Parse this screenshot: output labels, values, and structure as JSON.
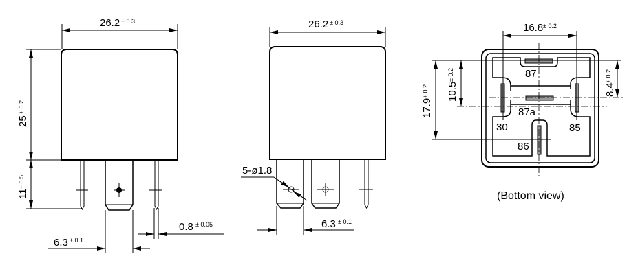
{
  "side_view": {
    "width": {
      "value": "26.2",
      "tol": "± 0.3"
    },
    "height": {
      "value": "25",
      "tol": "± 0.2"
    },
    "pin_length": {
      "value": "11",
      "tol": "± 0.5"
    },
    "pin_thickness": {
      "value": "0.8",
      "tol": "± 0.05"
    },
    "tab_width": {
      "value": "6.3",
      "tol": "± 0.1"
    }
  },
  "front_view": {
    "width": {
      "value": "26.2",
      "tol": "± 0.3"
    },
    "hole_label": "5-ø1.8",
    "tab_width": {
      "value": "6.3",
      "tol": "± 0.1"
    }
  },
  "bottom_view": {
    "pin_spacing": {
      "value": "16.8",
      "tol": "± 0.2"
    },
    "overall_pin": {
      "value": "17.9",
      "tol": "± 0.2"
    },
    "mid_pin": {
      "value": "10.5",
      "tol": "± 0.2"
    },
    "side_pin": {
      "value": "8.4",
      "tol": "± 0.2"
    },
    "pins": {
      "p87": "87",
      "p87a": "87a",
      "p30": "30",
      "p85": "85",
      "p86": "86"
    },
    "caption": "(Bottom view)"
  }
}
